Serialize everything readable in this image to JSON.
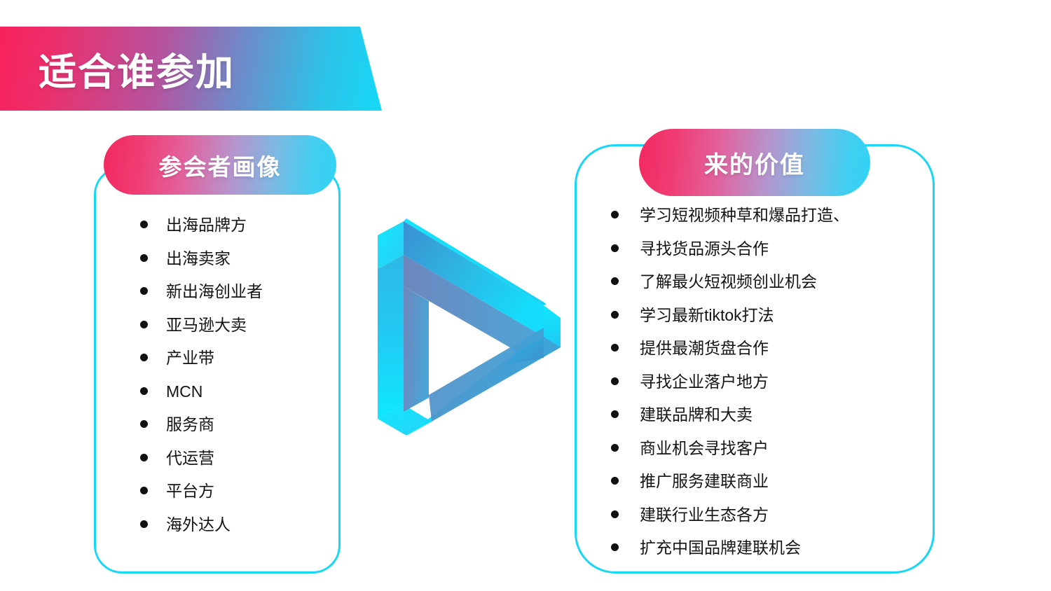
{
  "header": {
    "title": "适合谁参加"
  },
  "left_card": {
    "badge_label": "参会者画像",
    "items": [
      "出海品牌方",
      "出海卖家",
      "新出海创业者",
      "亚马逊大卖",
      "产业带",
      "MCN",
      "服务商",
      "代运营",
      "平台方",
      "海外达人"
    ]
  },
  "right_card": {
    "badge_label": "来的价值",
    "items": [
      "学习短视频种草和爆品打造、",
      "寻找货品源头合作",
      "了解最火短视频创业机会",
      "学习最新tiktok打法",
      "提供最潮货盘合作",
      "寻找企业落户地方",
      "建联品牌和大卖",
      "商业机会寻找客户",
      "推广服务建联商业",
      "建联行业生态各方",
      "扩充中国品牌建联机会"
    ]
  },
  "logo": {
    "name": "impossible-triangle-play-logo",
    "colors": {
      "cyan": "#18e0fb",
      "blue": "#2f9fd8",
      "slate": "#6f86bd",
      "deep": "#2aa6df"
    }
  },
  "theme": {
    "pink": "#f2285f",
    "cyan": "#18d7f6",
    "text": "#141414",
    "background": "#ffffff"
  }
}
